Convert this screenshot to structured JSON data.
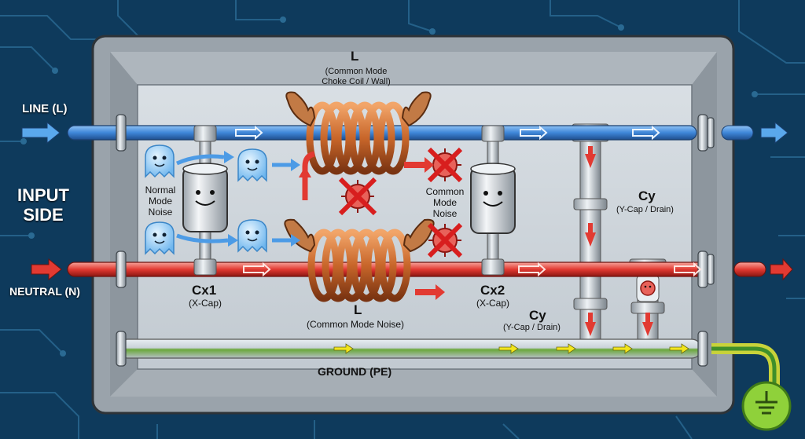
{
  "labels": {
    "line": "LINE (L)",
    "input_side": "INPUT\nSIDE",
    "neutral": "NEUTRAL (N)",
    "choke_top_name": "L",
    "choke_top_desc": "(Common Mode\nChoke Coil / Wall)",
    "choke_bottom_name": "L",
    "choke_bottom_desc": "(Common Mode Noise)",
    "cx1_name": "Cx1",
    "cx1_desc": "(X-Cap)",
    "cx2_name": "Cx2",
    "cx2_desc": "(X-Cap)",
    "cy_top_name": "Cy",
    "cy_top_desc": "(Y-Cap / Drain)",
    "cy_bottom_name": "Cy",
    "cy_bottom_desc": "(Y-Cap / Drain)",
    "normal_mode_noise": "Normal\nMode\nNoise",
    "common_mode_noise": "Common\nMode\nNoise",
    "ground": "GROUND (PE)"
  },
  "icons": [
    "normal-mode-noise-ghost-icon",
    "common-mode-noise-virus-icon",
    "ground-symbol-icon",
    "flexing-arm-icon"
  ],
  "colors": {
    "line_pipe": "#3f86d8",
    "neutral_pipe": "#e23a32",
    "ground_pipe": "#8bbf3a",
    "coil": "#c8662a",
    "box": "#b9c1c9",
    "background": "#0e3a5c"
  }
}
